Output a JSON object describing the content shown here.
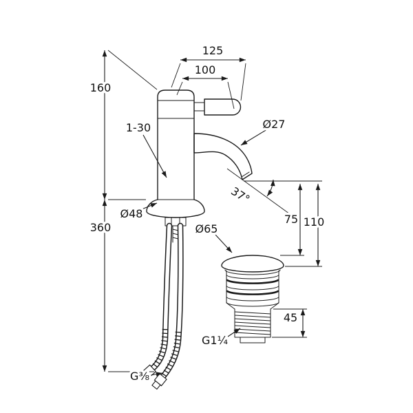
{
  "page": {
    "background": "#ffffff",
    "line_color": "#1a1a1a"
  },
  "diagram": {
    "type": "technical-dimension-drawing",
    "subject": "single-lever basin mixer with pop-up waste set",
    "labels": {
      "overall_width": "125",
      "spout_reach": "100",
      "spout_height": "160",
      "mounting_thickness": "1-30",
      "spout_diameter": "Ø27",
      "spout_angle": "37°",
      "base_diameter": "Ø48",
      "installation_depth": "360",
      "waste_diameter": "Ø65",
      "outlet_height_inner": "75",
      "outlet_height_outer": "110",
      "waste_thread_length": "45",
      "waste_outlet_thread": "G1¼",
      "supply_hose_thread": "G⅜"
    }
  }
}
